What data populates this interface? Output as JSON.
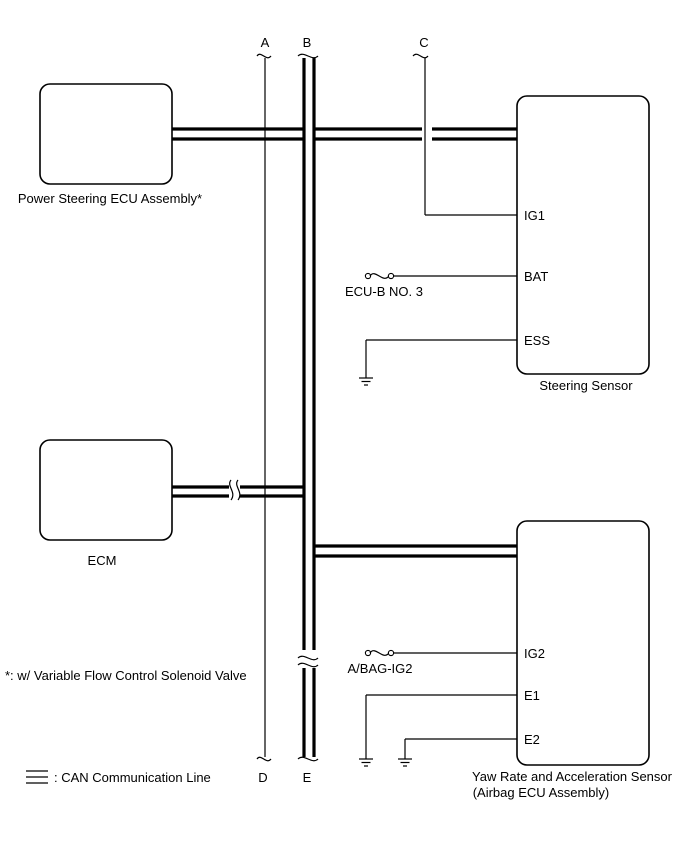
{
  "components": {
    "power_steering_ecu": "Power Steering ECU Assembly*",
    "ecm": "ECM",
    "steering_sensor": "Steering Sensor",
    "yaw_rate_line1": "Yaw Rate and Acceleration Sensor",
    "yaw_rate_line2": "(Airbag ECU Assembly)"
  },
  "pins": {
    "ig1": "IG1",
    "bat": "BAT",
    "ess": "ESS",
    "ig2": "IG2",
    "e1": "E1",
    "e2": "E2"
  },
  "fuses": {
    "ecu_b": "ECU-B NO. 3",
    "abag_ig2": "A/BAG-IG2"
  },
  "connectors": {
    "a": "A",
    "b": "B",
    "c": "C",
    "d": "D",
    "e": "E"
  },
  "notes": {
    "footnote": "*: w/ Variable Flow Control Solenoid Valve",
    "legend": ": CAN Communication Line"
  }
}
